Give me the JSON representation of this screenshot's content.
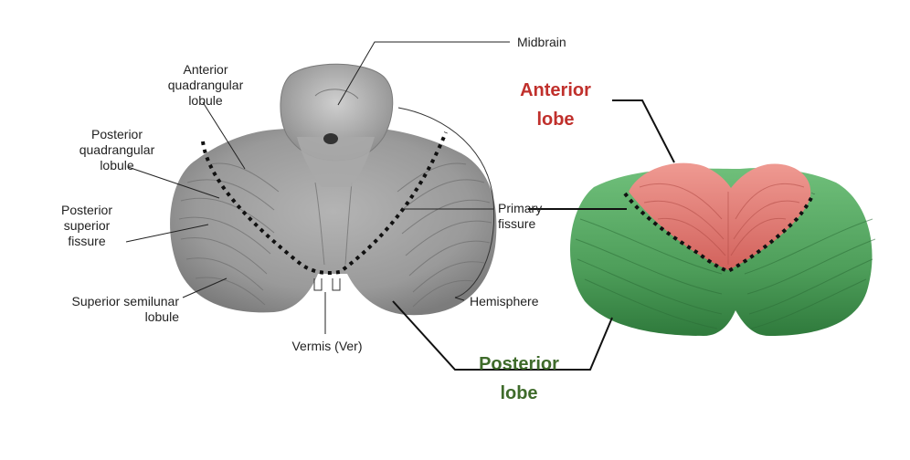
{
  "labels": {
    "midbrain": "Midbrain",
    "anterior_quadrangular": [
      "Anterior",
      "quadrangular",
      "lobule"
    ],
    "posterior_quadrangular": [
      "Posterior",
      "quadrangular",
      "lobule"
    ],
    "posterior_superior_fissure": [
      "Posterior",
      "superior",
      "fissure"
    ],
    "superior_semilunar": [
      "Superior semilunar",
      "lobule"
    ],
    "vermis": "Vermis (Ver)",
    "primary_fissure": [
      "Primary",
      "fissure"
    ],
    "hemisphere": "Hemisphere",
    "anterior_lobe": [
      "Anterior",
      "lobe"
    ],
    "posterior_lobe": [
      "Posterior",
      "lobe"
    ]
  },
  "colors": {
    "anterior_lobe_label": "#c0302c",
    "posterior_lobe_label": "#3f6b2b",
    "anterior_lobe_fill": "#e07872",
    "posterior_lobe_fill": "#4e9e5a",
    "photo_tissue": "#9a9a9a"
  }
}
